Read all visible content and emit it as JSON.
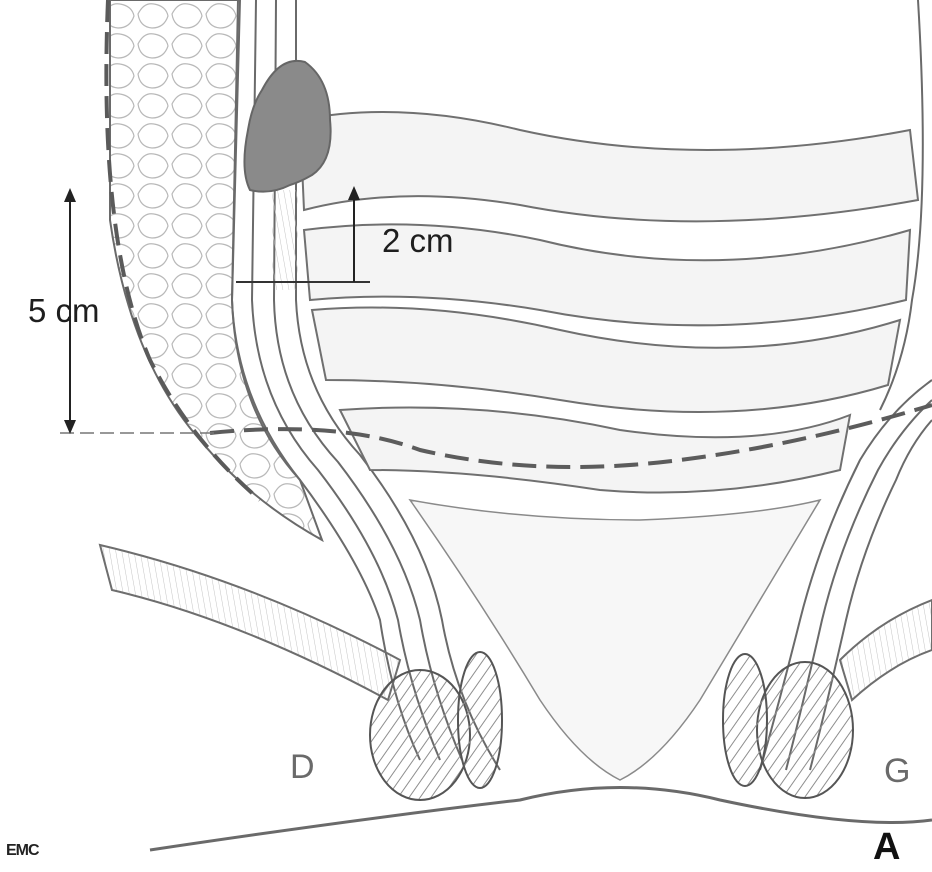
{
  "figure": {
    "measure_upper": "2 cm",
    "measure_lower": "5 cm",
    "side_right": "D",
    "side_left": "G",
    "panel_label": "A",
    "credit": "EMC"
  },
  "colors": {
    "tumor": "#8a8a8a",
    "outline": "#5a5a5a",
    "dashed_line": "#5c5c5c",
    "guide_line": "#555555"
  }
}
